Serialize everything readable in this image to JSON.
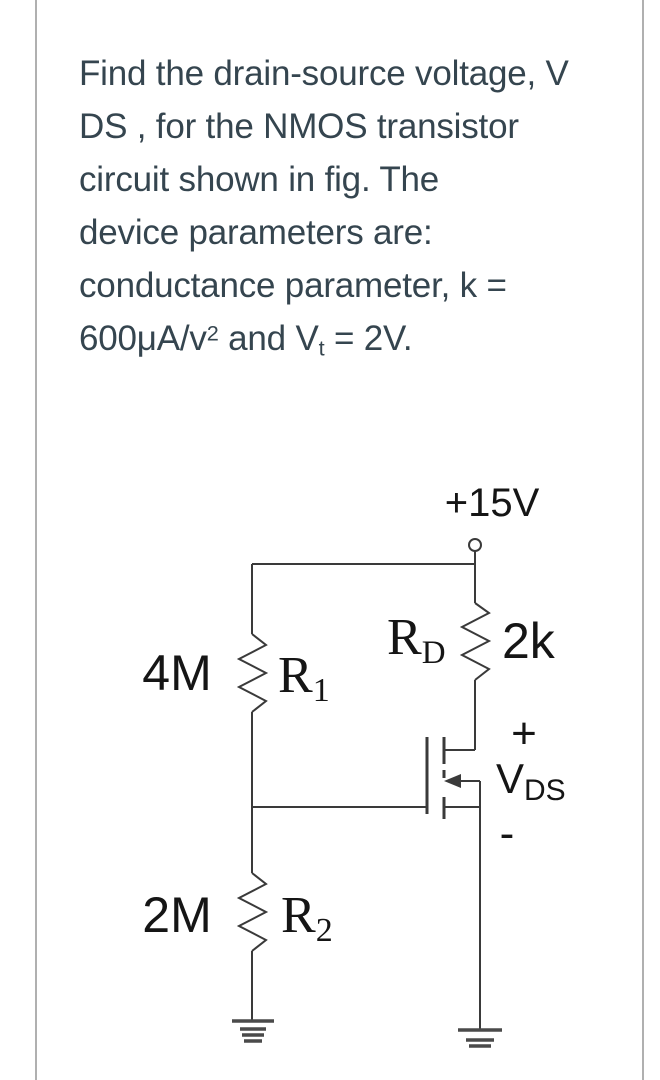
{
  "colors": {
    "background": "#ffffff",
    "card_border": "#b0b0b0",
    "question_text": "#35454f",
    "figure_lines": "#3a3a3a",
    "figure_text": "#151515"
  },
  "question": {
    "lines": [
      [
        {
          "t": "Find the drain-source voltage, V"
        }
      ],
      [
        {
          "t": "DS , for the NMOS transistor"
        }
      ],
      [
        {
          "t": "circuit shown in fig. The"
        }
      ],
      [
        {
          "t": "device parameters are:"
        }
      ],
      [
        {
          "t": "conductance parameter, k ="
        }
      ],
      [
        {
          "t": "600μA/v"
        },
        {
          "t": "2",
          "s": "sup"
        },
        {
          "t": " and V"
        },
        {
          "t": "t",
          "s": "sub"
        },
        {
          "t": " = 2V."
        }
      ]
    ]
  },
  "circuit": {
    "supply": {
      "label": "+15V"
    },
    "r1": {
      "name": {
        "base": "R",
        "sub": "1"
      },
      "value": "4M"
    },
    "r2": {
      "name": {
        "base": "R",
        "sub": "2"
      },
      "value": "2M"
    },
    "rd": {
      "name": {
        "base": "R",
        "sub": "D"
      },
      "value": "2k"
    },
    "vds": {
      "plus": "+",
      "name": {
        "base": "V",
        "sub": "DS"
      },
      "minus": "-"
    },
    "transistor": {
      "type": "nmos-enhancement"
    }
  }
}
